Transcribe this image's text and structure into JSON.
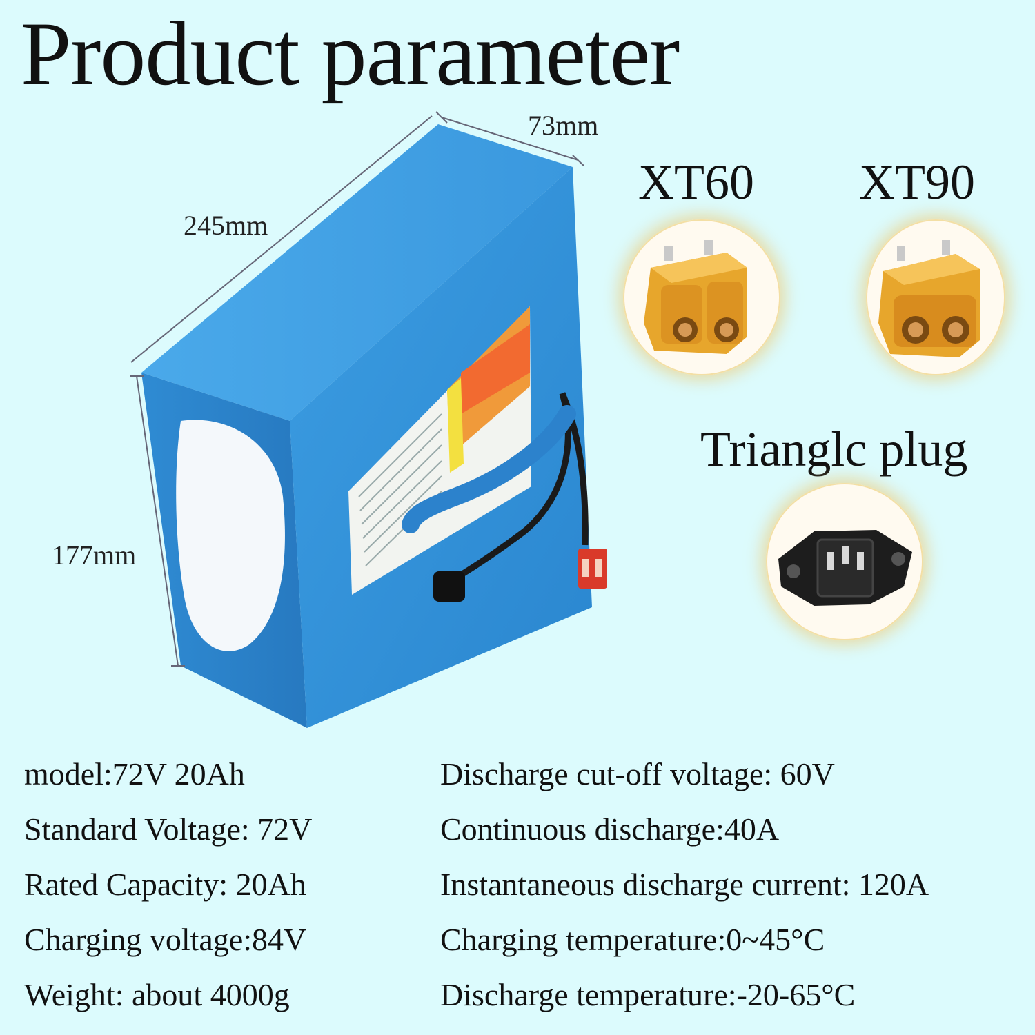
{
  "title": "Product parameter",
  "dimensions": {
    "depth": "73mm",
    "length": "245mm",
    "height": "177mm"
  },
  "connectors": [
    {
      "label": "XT60",
      "icon": "xt60-connector-icon"
    },
    {
      "label": "XT90",
      "icon": "xt90-connector-icon"
    },
    {
      "label": "Trianglc plug",
      "icon": "triangle-plug-icon"
    }
  ],
  "colors": {
    "background": "#dcfbfd",
    "battery_blue": "#2f8fd6",
    "connector_yellow": "#f0b032",
    "plug_black": "#1b1b1b"
  },
  "specs_left": [
    "model:72V 20Ah",
    "Standard Voltage: 72V",
    "Rated Capacity: 20Ah",
    "Charging voltage:84V",
    "Weight: about 4000g"
  ],
  "specs_right": [
    "Discharge cut-off voltage: 60V",
    "Continuous discharge:40A",
    "Instantaneous discharge current: 120A",
    "Charging temperature:0~45°C",
    "Discharge temperature:-20-65°C"
  ]
}
